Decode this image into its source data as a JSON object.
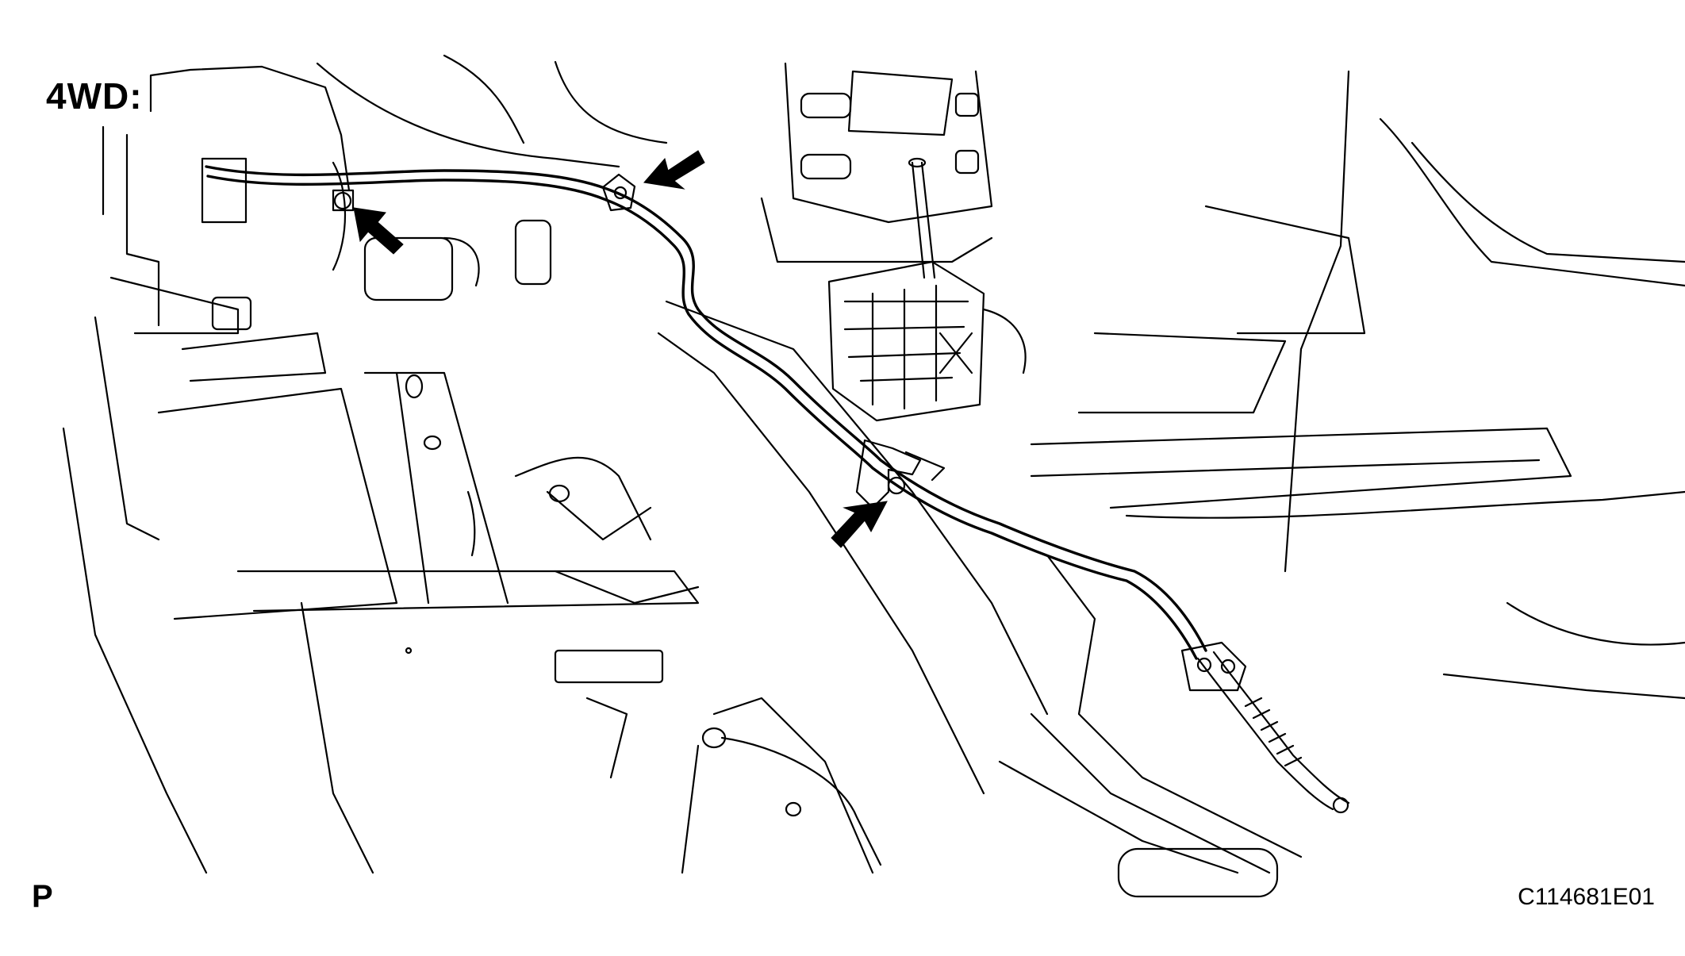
{
  "figure": {
    "variant_label": "4WD:",
    "section_marker": "P",
    "figure_id": "C114681E01"
  },
  "callouts": [
    {
      "icon": "arrow-icon",
      "target": "left cable clamp bolt"
    },
    {
      "icon": "arrow-icon",
      "target": "upper cable bracket bolt"
    },
    {
      "icon": "arrow-icon",
      "target": "center cable clamp bolt"
    }
  ]
}
